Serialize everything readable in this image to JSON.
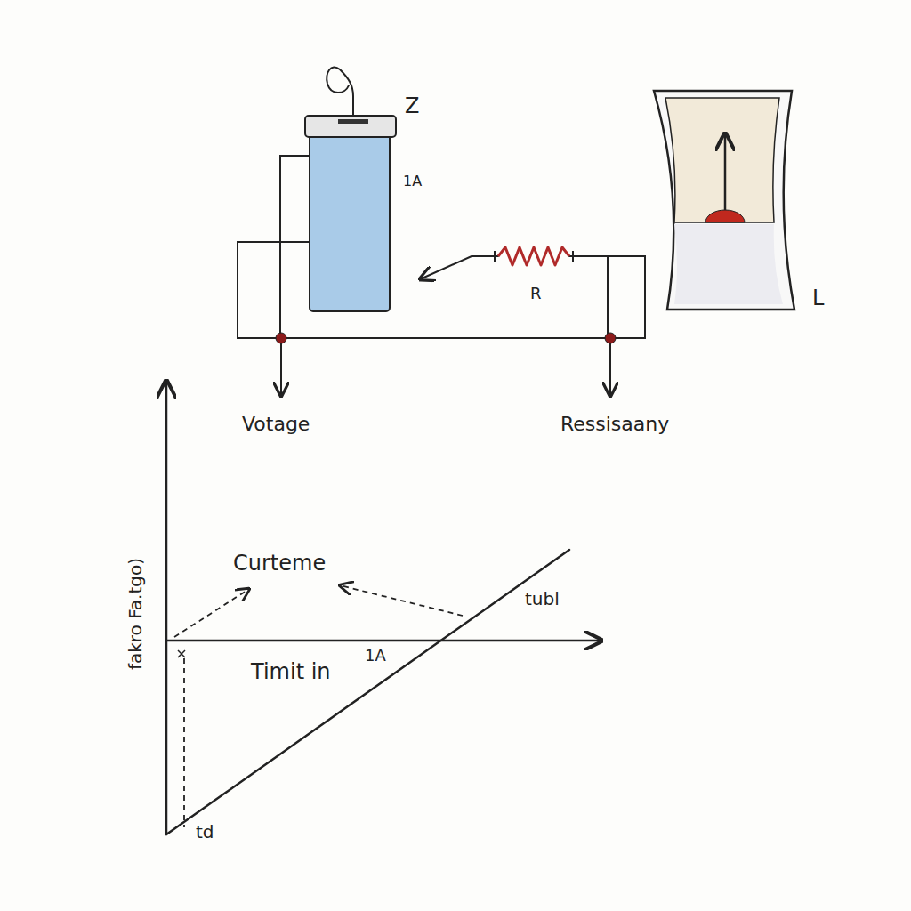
{
  "diagram": {
    "labels": [
      "Z",
      "1A",
      "R",
      "L",
      "Votage",
      "Ressisaany",
      "fakro Fa.tgo)",
      "Curteme",
      "tubl",
      "Timit in",
      "1A",
      "td"
    ]
  }
}
